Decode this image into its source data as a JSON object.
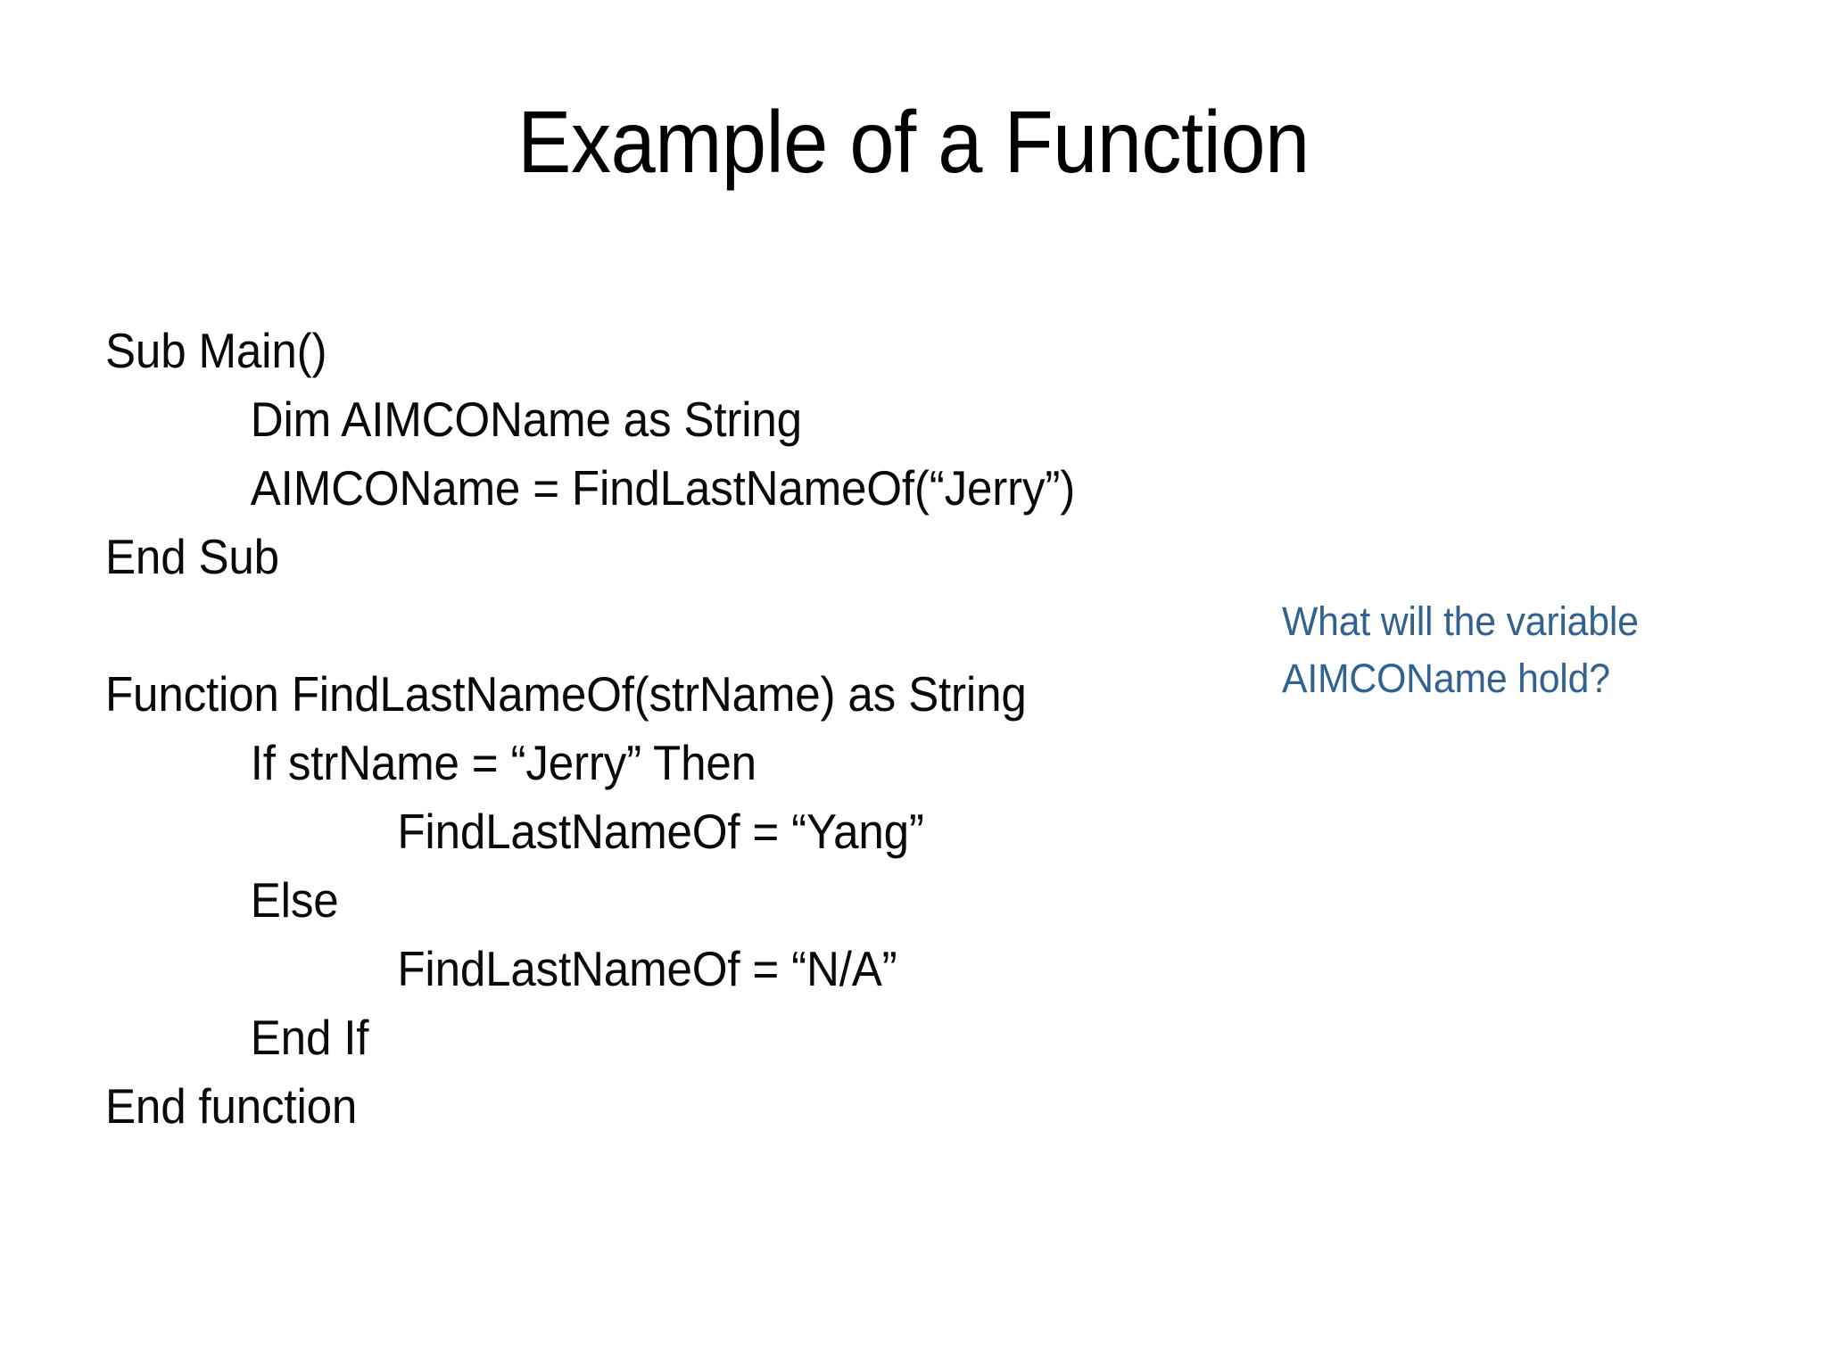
{
  "slide": {
    "background_color": "#FFFFFF",
    "title": "Example of a Function",
    "title_color": "#000000"
  },
  "code": {
    "text_color": "#0A0A0A",
    "lines": [
      {
        "indent": 0,
        "text": "Sub Main()"
      },
      {
        "indent": 1,
        "text": "Dim AIMCOName as String"
      },
      {
        "indent": 1,
        "text": "AIMCOName = FindLastNameOf(“Jerry”)"
      },
      {
        "indent": 0,
        "text": "End Sub"
      },
      {
        "indent": 0,
        "text": ""
      },
      {
        "indent": 0,
        "text": "Function FindLastNameOf(strName) as String"
      },
      {
        "indent": 1,
        "text": "If strName = “Jerry” Then"
      },
      {
        "indent": 2,
        "text": "FindLastNameOf = “Yang”"
      },
      {
        "indent": 1,
        "text": "Else"
      },
      {
        "indent": 2,
        "text": "FindLastNameOf = “N/A”"
      },
      {
        "indent": 1,
        "text": "End If"
      },
      {
        "indent": 0,
        "text": "End function"
      }
    ]
  },
  "callout": {
    "color": "#33628F",
    "lines": [
      "What will the variable",
      "AIMCOName hold?"
    ]
  }
}
